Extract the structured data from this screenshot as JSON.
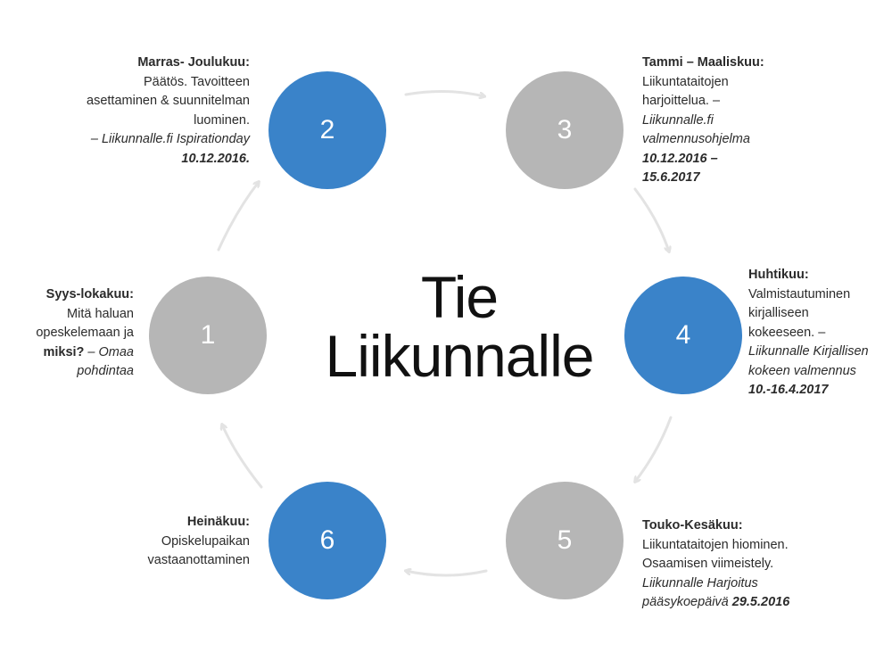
{
  "title": {
    "line1": "Tie",
    "line2": "Liikunnalle"
  },
  "colors": {
    "blue": "#3a83c9",
    "grey": "#b6b6b6",
    "arrow": "#e3e3e3"
  },
  "steps": [
    {
      "number": "1",
      "color": "grey",
      "label": [
        {
          "text": "Syys-lokakuu:",
          "style": "b"
        },
        {
          "text": "Mitä haluan",
          "style": "n"
        },
        {
          "text": "opeskelemaan ja",
          "style": "n"
        },
        [
          {
            "text": "miksi?",
            "style": "b"
          },
          {
            "text": " – Omaa",
            "style": "i"
          }
        ],
        {
          "text": "pohdintaa",
          "style": "i"
        }
      ]
    },
    {
      "number": "2",
      "color": "blue",
      "label": [
        {
          "text": "Marras- Joulukuu:",
          "style": "b"
        },
        {
          "text": "Päätös. Tavoitteen",
          "style": "n"
        },
        {
          "text": "asettaminen & suunnitelman",
          "style": "n"
        },
        {
          "text": "luominen.",
          "style": "n"
        },
        {
          "text": "– Liikunnalle.fi Ispirationday",
          "style": "i"
        },
        {
          "text": "10.12.2016.",
          "style": "bi"
        }
      ]
    },
    {
      "number": "3",
      "color": "grey",
      "label": [
        {
          "text": "Tammi – Maaliskuu:",
          "style": "b"
        },
        {
          "text": "Liikuntataitojen",
          "style": "n"
        },
        {
          "text": "harjoittelua. –",
          "style": "n"
        },
        {
          "text": "Liikunnalle.fi",
          "style": "i"
        },
        {
          "text": "valmennusohjelma",
          "style": "i"
        },
        {
          "text": "10.12.2016 –",
          "style": "bi"
        },
        {
          "text": "15.6.2017",
          "style": "bi"
        }
      ]
    },
    {
      "number": "4",
      "color": "blue",
      "label": [
        {
          "text": "Huhtikuu:",
          "style": "b"
        },
        {
          "text": "Valmistautuminen",
          "style": "n"
        },
        {
          "text": "kirjalliseen",
          "style": "n"
        },
        {
          "text": "kokeeseen. –",
          "style": "n"
        },
        {
          "text": "Liikunnalle Kirjallisen",
          "style": "i"
        },
        {
          "text": "kokeen valmennus",
          "style": "i"
        },
        {
          "text": "10.-16.4.2017",
          "style": "bi"
        }
      ]
    },
    {
      "number": "5",
      "color": "grey",
      "label": [
        {
          "text": "Touko-Kesäkuu:",
          "style": "b"
        },
        {
          "text": "Liikuntataitojen hiominen.",
          "style": "n"
        },
        {
          "text": "Osaamisen viimeistely.",
          "style": "n"
        },
        {
          "text": "Liikunnalle Harjoitus",
          "style": "i"
        },
        [
          {
            "text": "pääsykoepäivä ",
            "style": "i"
          },
          {
            "text": "29.5.2016",
            "style": "bi"
          }
        ]
      ]
    },
    {
      "number": "6",
      "color": "blue",
      "label": [
        {
          "text": "Heinäkuu:",
          "style": "b"
        },
        {
          "text": "Opiskelupaikan",
          "style": "n"
        },
        {
          "text": "vastaanottaminen",
          "style": "n"
        }
      ]
    }
  ]
}
